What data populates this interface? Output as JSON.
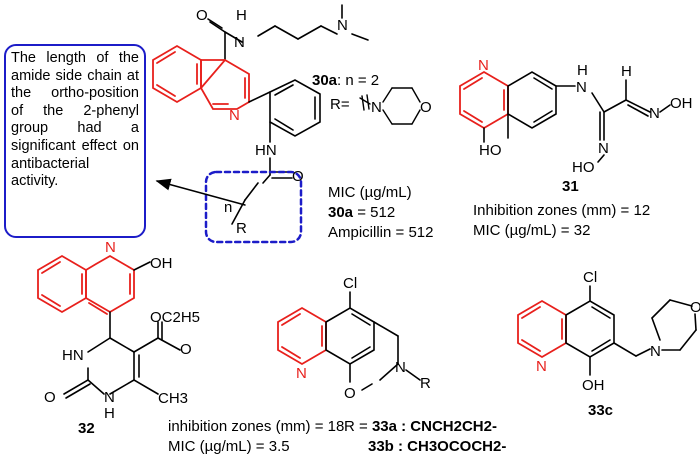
{
  "note": {
    "text": "The length of the amide side chain at the ortho-position of the 2-phenyl group had a significant effect on antibacterial activity."
  },
  "colors": {
    "quinoline_core": "#e8201c",
    "highlight_box": "#1c1cc8",
    "bonds": "#000000"
  },
  "compound_30a": {
    "id": "30a",
    "n_label": "n = 2",
    "r_label": "R=",
    "mic_header": "MIC (µg/mL)",
    "mic_30a": "= 512",
    "mic_ampicillin": "Ampicillin = 512",
    "atoms": {
      "N_amide": "N",
      "H_amide": "H",
      "O_carbonyl": "O",
      "N_amine": "N",
      "HN": "HN",
      "O2": "O",
      "n": "n",
      "R": "R",
      "N_morph": "N",
      "O_morph": "O",
      "N_ring": "N"
    }
  },
  "compound_31": {
    "id": "31",
    "inhibition": "Inhibition zones (mm) = 12",
    "mic": "MIC (µg/mL) = 32",
    "atoms": {
      "N_ring": "N",
      "HO": "HO",
      "H_top": "H",
      "N_amine": "N",
      "H_amine": "H",
      "N_oxime1": "N",
      "OH": "OH",
      "N_oxime2": "N",
      "HO_oxime": "HO"
    }
  },
  "compound_32": {
    "id": "32",
    "inhibition": "inhibition zones (mm) = 18",
    "mic": "MIC (µg/mL) = 3.5",
    "atoms": {
      "N_ring": "N",
      "OH": "OH",
      "ester": "OC2H5",
      "O_ester": "O",
      "HN1": "HN",
      "N2": "N",
      "H_N2": "H",
      "O_urea": "O",
      "CH3": "CH3"
    }
  },
  "compound_33": {
    "r_prefix": "R =",
    "r_33a": "33a : CNCH2CH2-",
    "r_33b": "33b : CH3OCOCH2-",
    "atoms": {
      "Cl": "Cl",
      "N_ring": "N",
      "O_ring": "O",
      "N_ring2": "N",
      "R": "R"
    }
  },
  "compound_33c": {
    "id": "33c",
    "atoms": {
      "Cl": "Cl",
      "N_ring": "N",
      "OH": "OH",
      "N_morph": "N",
      "O_morph": "O"
    }
  }
}
